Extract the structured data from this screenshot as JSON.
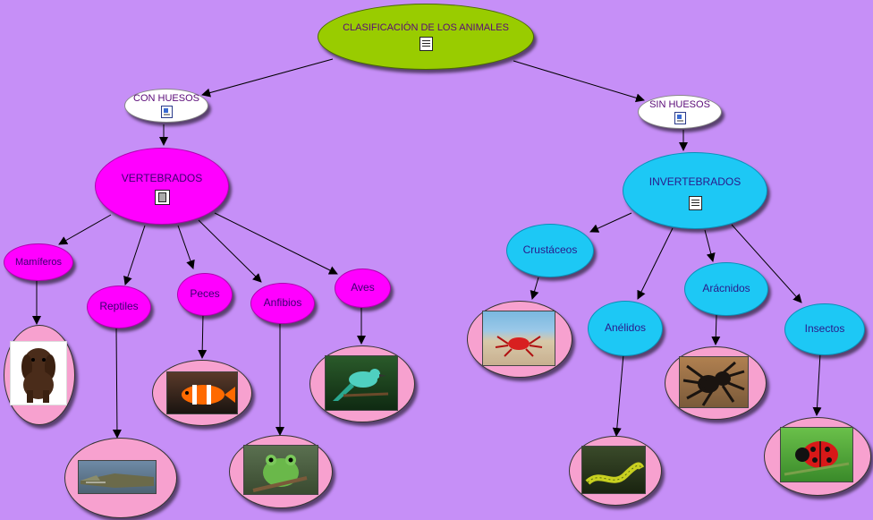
{
  "root": {
    "title": "CLASIFICACIÓN DE LOS ANIMALES",
    "icon": "document-icon"
  },
  "with_bones": {
    "label": "CON HUESOS",
    "icon": "image-icon"
  },
  "without_bones": {
    "label": "SIN HUESOS",
    "icon": "image-icon"
  },
  "vertebrates": {
    "label": "VERTEBRADOS",
    "icon": "film-icon",
    "groups": [
      "Mamíferos",
      "Reptiles",
      "Peces",
      "Anfibios",
      "Aves"
    ]
  },
  "invertebrates": {
    "label": "INVERTEBRADOS",
    "icon": "document-icon",
    "groups": [
      "Crustáceos",
      "Anélidos",
      "Arácnidos",
      "Insectos"
    ]
  },
  "pictures": {
    "mammal": "puppy-photo",
    "reptile": "crocodile-photo",
    "fish": "clownfish-photo",
    "amphibian": "frog-photo",
    "bird": "bird-photo",
    "crustacean": "crab-photo",
    "annelid": "worm-photo",
    "arachnid": "tarantula-photo",
    "insect": "ladybug-photo"
  },
  "colors": {
    "background": "#c68ff7",
    "root": "#99cc00",
    "vertebrate": "#ff00ff",
    "invertebrate": "#1dc8f5",
    "picture_frame": "#f7a1cf"
  }
}
